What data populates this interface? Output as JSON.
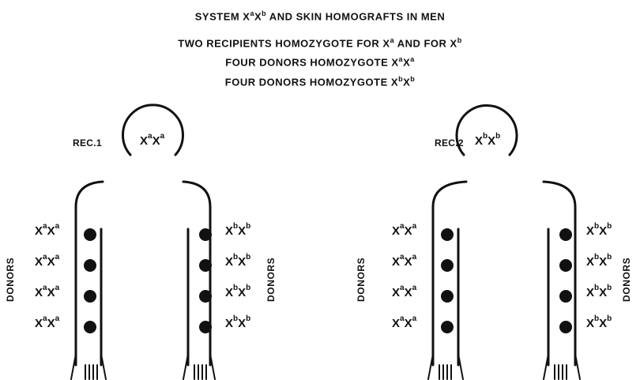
{
  "title": {
    "line1": {
      "pre": "SYSTEM X",
      "s1": "a",
      "mid": "X",
      "s2": "b",
      "post": " AND SKIN HOMOGRAFTS IN MEN"
    },
    "line2": {
      "pre": "TWO RECIPIENTS HOMOZYGOTE FOR X",
      "s1": "a",
      "mid": " AND FOR X",
      "s2": "b"
    },
    "line3": {
      "pre": "FOUR DONORS HOMOZYGOTE X",
      "s1": "a",
      "mid": "X",
      "s2": "a"
    },
    "line4": {
      "pre": "FOUR DONORS HOMOZYGOTE X",
      "s1": "b",
      "mid": "X",
      "s2": "b"
    }
  },
  "recipients": [
    {
      "label": "REC.1",
      "genotype": {
        "b1": "X",
        "s1": "a",
        "b2": "X",
        "s2": "a"
      }
    },
    {
      "label": "REC.2",
      "genotype": {
        "b1": "X",
        "s1": "b",
        "b2": "X",
        "s2": "b"
      }
    }
  ],
  "donors_label": "DONORS",
  "donor_genotypes": {
    "aa": {
      "b1": "X",
      "s1": "a",
      "b2": "X",
      "s2": "a"
    },
    "bb": {
      "b1": "X",
      "s1": "b",
      "b2": "X",
      "s2": "b"
    }
  },
  "colors": {
    "ink": "#111111",
    "background": "#ffffff"
  }
}
